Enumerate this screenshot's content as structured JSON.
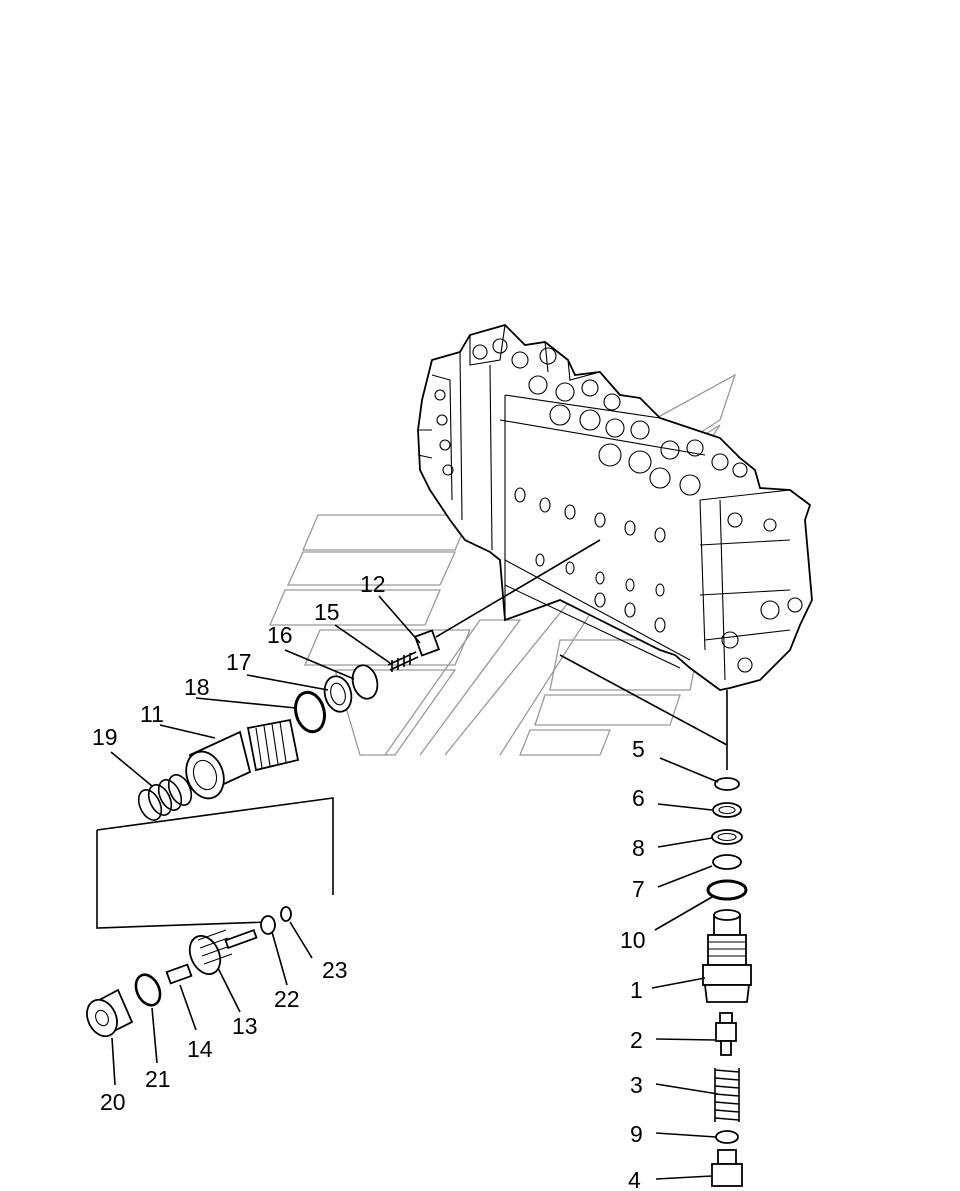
{
  "callouts": [
    {
      "id": "1",
      "text": "1"
    },
    {
      "id": "2",
      "text": "2"
    },
    {
      "id": "3",
      "text": "3"
    },
    {
      "id": "4",
      "text": "4"
    },
    {
      "id": "5",
      "text": "5"
    },
    {
      "id": "6",
      "text": "6"
    },
    {
      "id": "7",
      "text": "7"
    },
    {
      "id": "8",
      "text": "8"
    },
    {
      "id": "9",
      "text": "9"
    },
    {
      "id": "10",
      "text": "10"
    },
    {
      "id": "11",
      "text": "11"
    },
    {
      "id": "12",
      "text": "12"
    },
    {
      "id": "13",
      "text": "13"
    },
    {
      "id": "14",
      "text": "14"
    },
    {
      "id": "15",
      "text": "15"
    },
    {
      "id": "16",
      "text": "16"
    },
    {
      "id": "17",
      "text": "17"
    },
    {
      "id": "18",
      "text": "18"
    },
    {
      "id": "19",
      "text": "19"
    },
    {
      "id": "20",
      "text": "20"
    },
    {
      "id": "21",
      "text": "21"
    },
    {
      "id": "22",
      "text": "22"
    },
    {
      "id": "23",
      "text": "23"
    }
  ],
  "colors": {
    "line": "#000000",
    "watermark": "#999999",
    "background": "#ffffff"
  }
}
